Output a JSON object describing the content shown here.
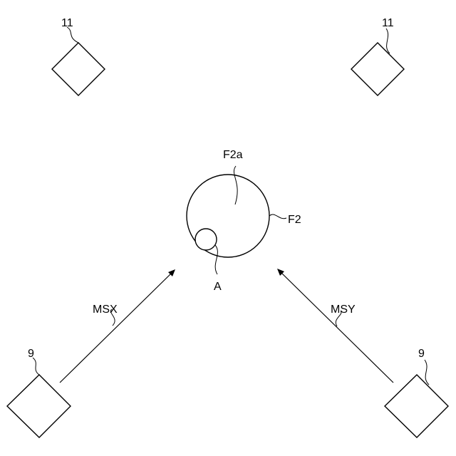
{
  "labels": {
    "sensor_top_left": "11",
    "sensor_top_right": "11",
    "field_outer": "F2",
    "field_inner": "F2a",
    "small_region": "A",
    "scan_left": "MSX",
    "scan_right": "MSY",
    "source_left": "9",
    "source_right": "9"
  }
}
